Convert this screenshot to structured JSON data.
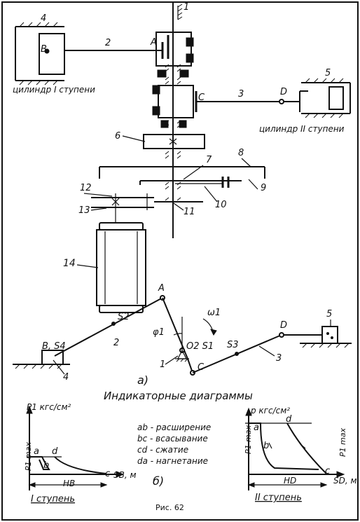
{
  "top_mechanism": {
    "labels": {
      "l1": "1",
      "l2": "2",
      "l3": "3",
      "l4": "4",
      "l5": "5",
      "l6": "6",
      "l7": "7",
      "l8": "8",
      "l9": "9",
      "l10": "10",
      "l11": "11",
      "l12": "12",
      "l13": "13",
      "l14": "14",
      "pointA": "A",
      "pointB": "B",
      "pointC": "C",
      "pointD": "D"
    },
    "cyl1_caption": "цилиндр I ступени",
    "cyl2_caption": "цилиндр II ступени"
  },
  "kinematic": {
    "label_a": "a)",
    "B_S4": "B, S4",
    "S2": "S2",
    "A": "A",
    "phi1": "φ1",
    "O2_S1": "O2 S1",
    "omega1": "ω1",
    "C": "C",
    "S3": "S3",
    "D": "D",
    "n1": "1",
    "n2": "2",
    "n3": "3",
    "n4": "4",
    "n5": "5"
  },
  "indicator": {
    "title": "Индикаторные диаграммы",
    "label_b": "б)",
    "figure_caption": "Рис. 62",
    "legend": [
      "ab - расширение",
      "bc - всасывание",
      "cd - сжатие",
      "da - нагнетание"
    ],
    "left": {
      "ylabel": "P1 кгс/см²",
      "pmax": "P1 max",
      "a": "a",
      "b": "b",
      "c": "c",
      "d": "d",
      "xlabel": "SB, м",
      "stroke": "HB",
      "caption": "I ступень"
    },
    "right": {
      "ylabel": "p кгс/см²",
      "pmax_left": "P1 max",
      "pmax_right": "P1 max",
      "a": "a",
      "b": "b",
      "c": "c",
      "d": "d",
      "xlabel": "SD, м",
      "stroke": "HD",
      "caption": "II ступень"
    }
  }
}
